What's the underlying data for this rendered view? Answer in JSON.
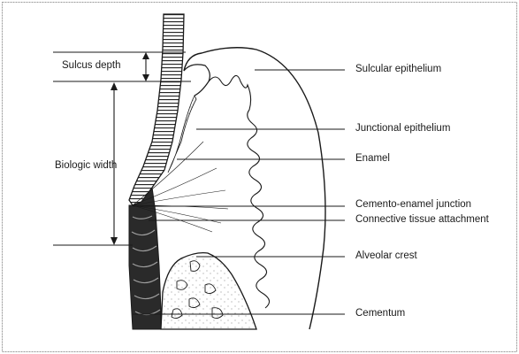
{
  "diagram": {
    "measures": {
      "sulcus_depth": "Sulcus depth",
      "biologic_width": "Biologic width"
    },
    "labels": {
      "sulcular_epithelium": "Sulcular epithelium",
      "junctional_epithelium": "Junctional epithelium",
      "enamel": "Enamel",
      "cemento_enamel_junction": "Cemento-enamel junction",
      "connective_tissue_attachment": "Connective tissue attachment",
      "alveolar_crest": "Alveolar crest",
      "cementum": "Cementum"
    },
    "colors": {
      "line": "#1a1a1a",
      "border": "#9a9a9a",
      "background": "#ffffff"
    }
  }
}
